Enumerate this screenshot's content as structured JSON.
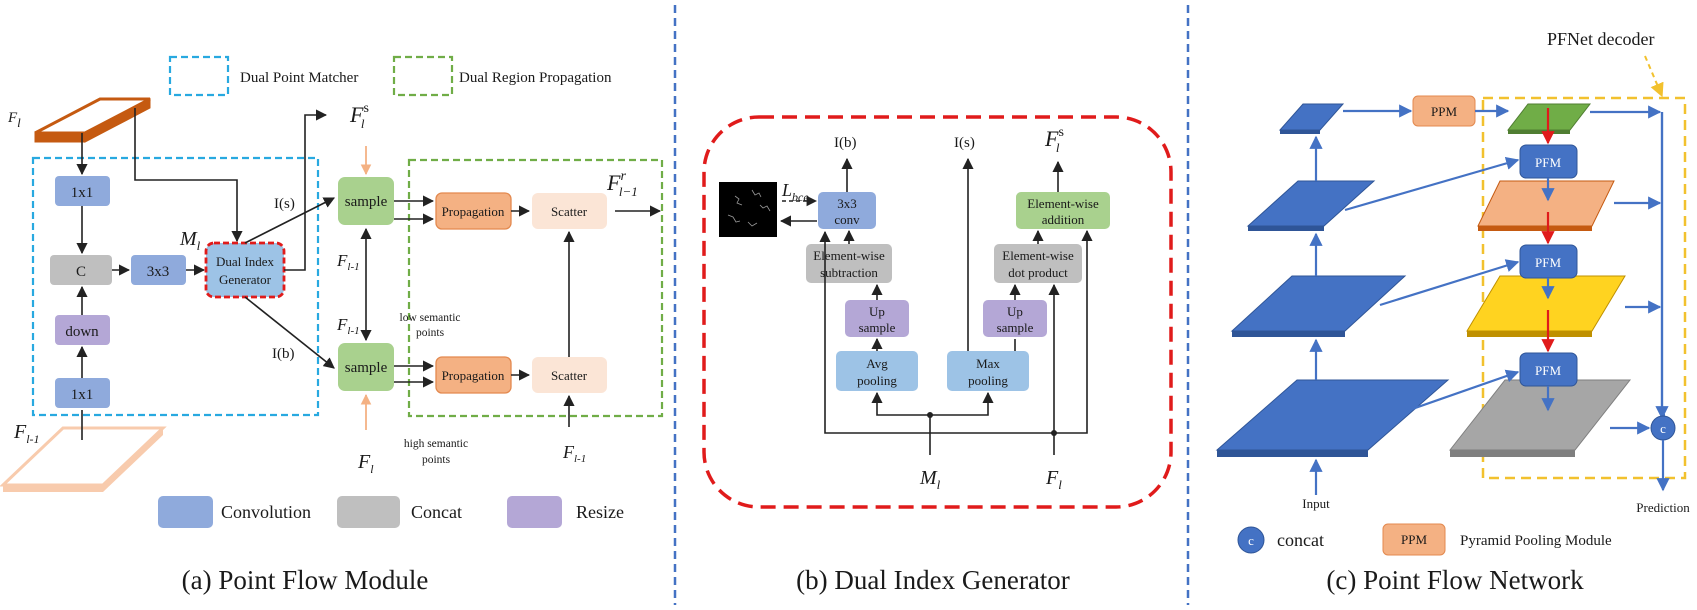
{
  "colors": {
    "convolution": "#8faadc",
    "concat": "#bfbfbf",
    "resize": "#b4a7d6",
    "sample": "#a9d18e",
    "propagation": "#f4b183",
    "scatter": "#fbe5d6",
    "pooling": "#9dc3e6",
    "feature_orange": "#c55a11",
    "feature_light_orange": "#f8cbad",
    "dpm_border": "#28a9e0",
    "drp_border": "#70ad47",
    "dig_border": "#e01b1b",
    "network_blue": "#4472c4",
    "network_green": "#70ad47",
    "network_orange": "#f4b183",
    "network_yellow": "#ffd320",
    "network_gray": "#a6a6a6",
    "decoder_border": "#f2c12e",
    "separator": "#4472c4"
  },
  "panel_a": {
    "legend_top": {
      "dual_point_matcher": "Dual Point Matcher",
      "dual_region_propagation": "Dual Region Propagation"
    },
    "feature_top": "F",
    "feature_top_sub": "l",
    "feature_bottom": "F",
    "feature_bottom_sub": "l-1",
    "conv_top": "1x1",
    "concat": "C",
    "down": "down",
    "conv_bottom": "1x1",
    "conv3": "3x3",
    "m_label": "M",
    "m_sub": "l",
    "dig_line1": "Dual Index",
    "dig_line2": "Generator",
    "is_label": "I(s)",
    "ib_label": "I(b)",
    "fs_label": "F",
    "fs_sup": "s",
    "fs_sub": "l",
    "sample": "sample",
    "f_l1_a": "F",
    "f_l1_a_sub": "l-1",
    "f_l1_b": "F",
    "f_l1_b_sub": "l-1",
    "f_l_bottom": "F",
    "f_l_bottom_sub": "l",
    "low_sem_1": "low semantic",
    "low_sem_2": "points",
    "high_sem_1": "high semantic",
    "high_sem_2": "points",
    "propagation": "Propagation",
    "scatter": "Scatter",
    "fr_label": "F",
    "fr_sup": "r",
    "fr_sub": "l−1",
    "f_scatter": "F",
    "f_scatter_sub": "l-1",
    "legend": {
      "convolution": "Convolution",
      "concat": "Concat",
      "resize": "Resize"
    },
    "caption": "(a) Point Flow Module"
  },
  "panel_b": {
    "ib": "I(b)",
    "is": "I(s)",
    "fs": "F",
    "fs_sup": "s",
    "fs_sub": "l",
    "loss": "L",
    "loss_sub": "bce",
    "conv_line1": "3x3",
    "conv_line2": "conv",
    "sub_line1": "Element-wise",
    "sub_line2": "subtraction",
    "up_line1": "Up",
    "up_line2": "sample",
    "avg_line1": "Avg",
    "avg_line2": "pooling",
    "max_line1": "Max",
    "max_line2": "pooling",
    "add_line1": "Element-wise",
    "add_line2": "addition",
    "dot_line1": "Element-wise",
    "dot_line2": "dot product",
    "ml": "M",
    "ml_sub": "l",
    "fl": "F",
    "fl_sub": "l",
    "caption": "(b) Dual Index Generator"
  },
  "panel_c": {
    "decoder": "PFNet decoder",
    "ppm": "PPM",
    "pfm": "PFM",
    "concat_c": "c",
    "input": "Input",
    "prediction": "Prediction",
    "legend_concat": "concat",
    "legend_ppm": "Pyramid Pooling Module",
    "caption": "(c) Point Flow Network"
  }
}
